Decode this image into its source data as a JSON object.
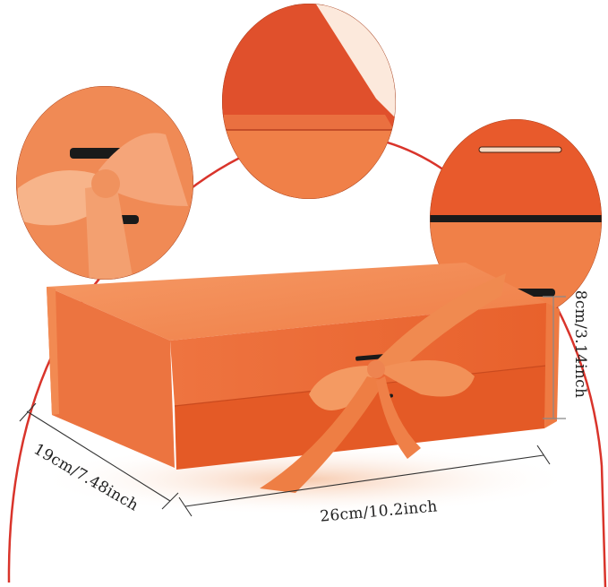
{
  "product": {
    "description": "Orange magnetic-closure gift box with satin ribbon bow",
    "color_hex": "#F07A3C"
  },
  "dimensions": {
    "height_label": "8cm/3.14inch",
    "depth_label": "19cm/7.48inch",
    "width_label": "26cm/10.2inch"
  },
  "detail_insets": [
    {
      "name": "ribbon-bow-closeup",
      "position": "left"
    },
    {
      "name": "lid-corner-closeup",
      "position": "top-center"
    },
    {
      "name": "ribbon-slot-closeup",
      "position": "right"
    }
  ],
  "colors": {
    "accent_arc": "#D9342B",
    "box_top": "#F38C55",
    "box_front": "#EA6A33",
    "box_side": "#EE7A42",
    "dimension_line": "#333333"
  }
}
